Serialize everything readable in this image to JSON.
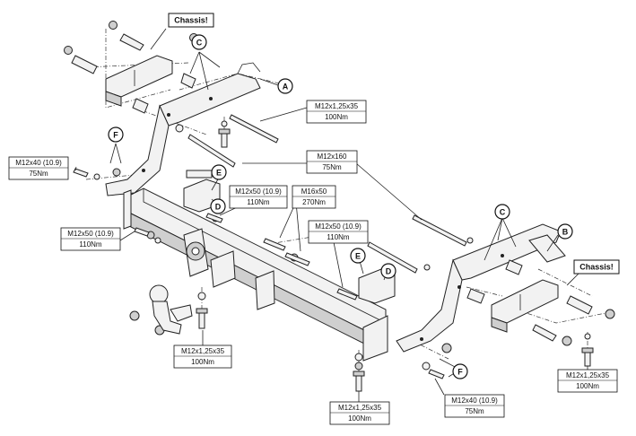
{
  "callouts": [
    {
      "key": "A",
      "text": "A"
    },
    {
      "key": "B",
      "text": "B"
    },
    {
      "key": "C1",
      "text": "C"
    },
    {
      "key": "C2",
      "text": "C"
    },
    {
      "key": "D1",
      "text": "D"
    },
    {
      "key": "D2",
      "text": "D"
    },
    {
      "key": "E1",
      "text": "E"
    },
    {
      "key": "E2",
      "text": "E"
    },
    {
      "key": "F1",
      "text": "F"
    },
    {
      "key": "F2",
      "text": "F"
    }
  ],
  "chassis_warning": "Chassis!",
  "specs": {
    "s1": {
      "bolt": "M12x1,25x35",
      "torque": "100Nm"
    },
    "s2": {
      "bolt": "M12x40 (10.9)",
      "torque": "75Nm"
    },
    "s3": {
      "bolt": "M12x160",
      "torque": "75Nm"
    },
    "s4": {
      "bolt": "M12x50 (10.9)",
      "torque": "110Nm"
    },
    "s5": {
      "bolt": "M16x50",
      "torque": "270Nm"
    },
    "s6": {
      "bolt": "M12x50 (10.9)",
      "torque": "110Nm"
    },
    "s7": {
      "bolt": "M12x50 (10.9)",
      "torque": "110Nm"
    },
    "s8": {
      "bolt": "M12x1,25x35",
      "torque": "100Nm"
    },
    "s9": {
      "bolt": "M12x1,25x35",
      "torque": "100Nm"
    },
    "s10": {
      "bolt": "M12x40 (10.9)",
      "torque": "75Nm"
    },
    "s11": {
      "bolt": "M12x1,25x35",
      "torque": "100Nm"
    }
  }
}
